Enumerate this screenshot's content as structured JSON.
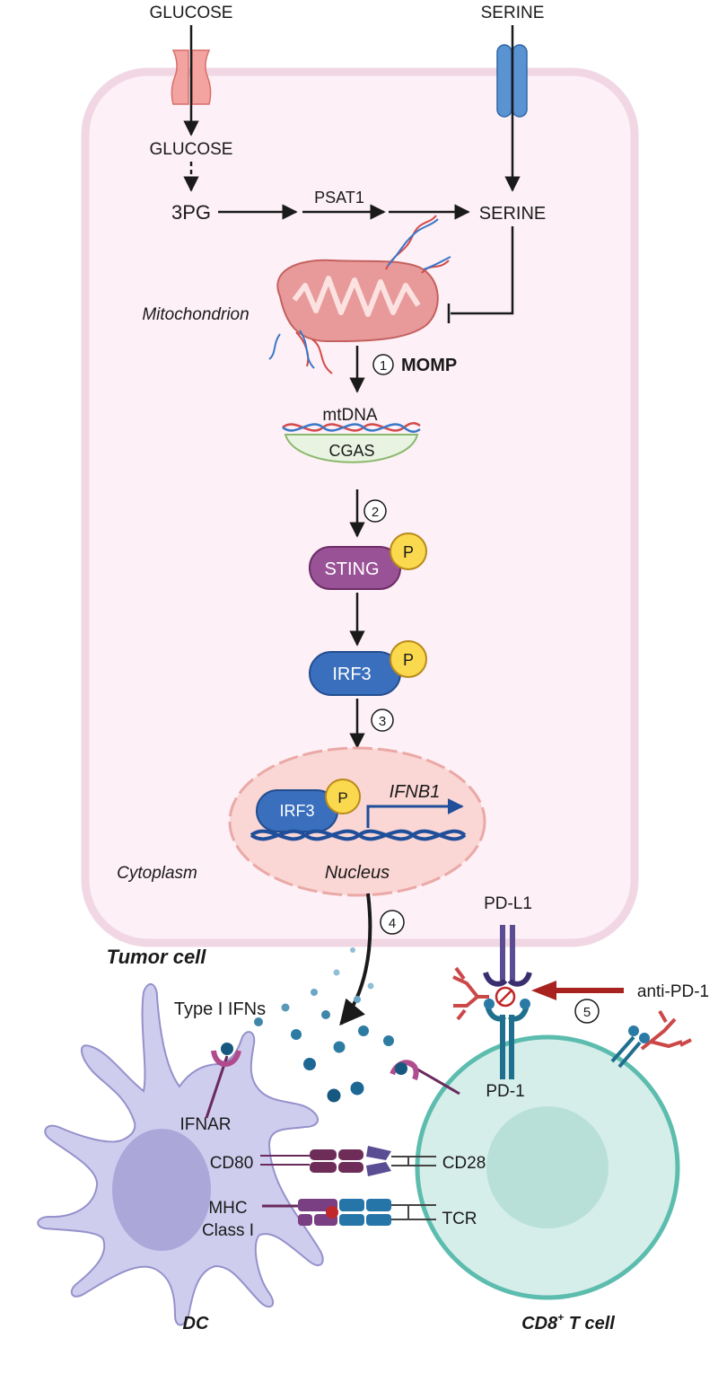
{
  "inputs": {
    "glucose_outside": "GLUCOSE",
    "serine_outside": "SERINE"
  },
  "metabolism": {
    "glucose_inside": "GLUCOSE",
    "three_pg": "3PG",
    "psat1": "PSAT1",
    "serine_inside": "SERINE"
  },
  "organelles": {
    "mitochondrion": "Mitochondrion",
    "cytoplasm": "Cytoplasm",
    "nucleus": "Nucleus"
  },
  "steps": {
    "s1": "1",
    "s1_label": "MOMP",
    "s2": "2",
    "s3": "3",
    "s4": "4",
    "s5": "5"
  },
  "molecules": {
    "mtdna": "mtDNA",
    "cgas": "CGAS",
    "sting": "STING",
    "irf3": "IRF3",
    "irf3_nuclear": "IRF3",
    "phospho": "P",
    "ifnb1": "IFNB1"
  },
  "cells": {
    "tumor": "Tumor cell",
    "dc": "DC",
    "tcell_prefix": "CD8",
    "tcell_sup": "+",
    "tcell_suffix": " T cell"
  },
  "surface": {
    "type1_ifns": "Type I IFNs",
    "ifnar": "IFNAR",
    "pdl1": "PD-L1",
    "pd1": "PD-1",
    "anti_pd1": "anti-PD-1",
    "cd80": "CD80",
    "cd28": "CD28",
    "mhc_line1": "MHC",
    "mhc_line2": "Class I",
    "tcr": "TCR"
  },
  "colors": {
    "tumor_fill": "#fdf0f6",
    "tumor_border": "#f1d7e3",
    "dc_fill": "#cfcdee",
    "tcell_fill": "#d5eeea",
    "tcell_border": "#5cbcae",
    "sting": "#9a5296",
    "irf3": "#3a6fbd",
    "phospho": "#fbd94e",
    "cgas": "#e8f3e2",
    "mito": "#e8999a",
    "nucleus": "#fad6d4",
    "inhibit_red": "#a8231f"
  }
}
